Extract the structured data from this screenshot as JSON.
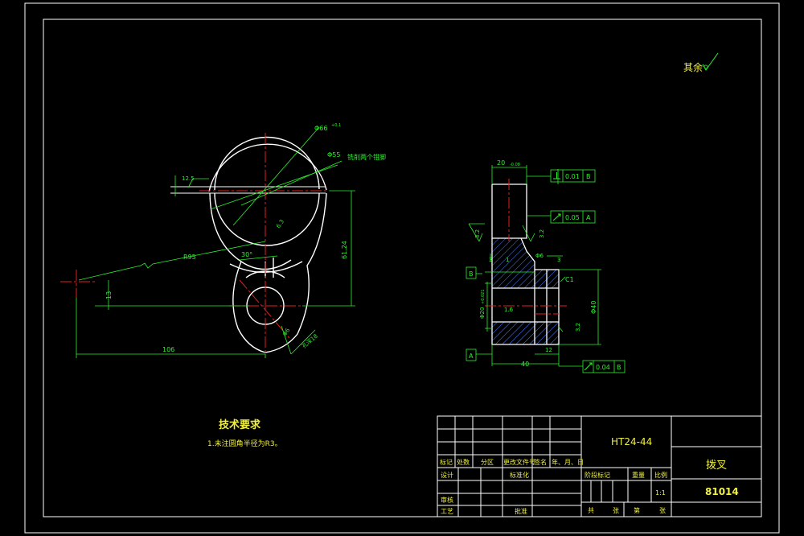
{
  "colors": {
    "background": "#000000",
    "outline": "#ffffff",
    "dimension": "#2cf02c",
    "centerline": "#e02020",
    "hatch": "#4a7cff",
    "note_text": "#f0f040"
  },
  "roughness_note": "其余",
  "front_view": {
    "dims": {
      "d_outer": "Φ66",
      "d_outer_tol": "+0.1",
      "d_inner": "Φ55",
      "split_note": "铣削两个钳脚",
      "width_12_5": "12.5",
      "height_61_24": "61.24",
      "radius_r95": "R95",
      "angle_30": "30°",
      "height_13": "13",
      "length_106": "106",
      "hole_d": "Φ6",
      "hole_depth": "孔深18",
      "roughness_6_3": "6.3"
    }
  },
  "side_view": {
    "dims": {
      "width_20": "20",
      "width_20_tol": "-0.08",
      "perp_value": "0.01",
      "perp_datum": "B",
      "runout_value": "0.05",
      "runout_datum": "A",
      "roughness_left": "3.2",
      "roughness_right": "3.2",
      "chamfer_1": "1",
      "chamfer_3a": "3",
      "chamfer_3b": "3",
      "dim_6": "Φ6",
      "chamfer_c1": "C1",
      "datum_b": "B",
      "bore": "Φ20",
      "bore_tol": "+0.021",
      "dim_1_6": "1.6",
      "dim_40": "Φ40",
      "roughness_bottom": "3.2",
      "datum_a": "A",
      "dim_12": "12",
      "length_40": "40",
      "bottom_tol_value": "0.04",
      "bottom_tol_datum": "B"
    }
  },
  "tech_req": {
    "title": "技术要求",
    "item1": "1.未注圆角半径为R3。"
  },
  "title_block": {
    "material": "HT24-44",
    "part_name": "拨叉",
    "drawing_no": "81014",
    "scale": "1:1",
    "headers": {
      "mark": "标记",
      "count": "处数",
      "zone": "分区",
      "doc_no": "更改文件号",
      "sign": "签名",
      "date": "年、月、日"
    },
    "roles": {
      "design": "设计",
      "standard": "标准化",
      "review": "审核",
      "process": "工艺",
      "approve": "批准"
    },
    "stage_mark": "阶段标记",
    "weight": "重量",
    "scale_label": "比例",
    "sheets_total": "共",
    "sheets_unit": "张",
    "sheet_no": "第",
    "sheet_unit": "张"
  }
}
